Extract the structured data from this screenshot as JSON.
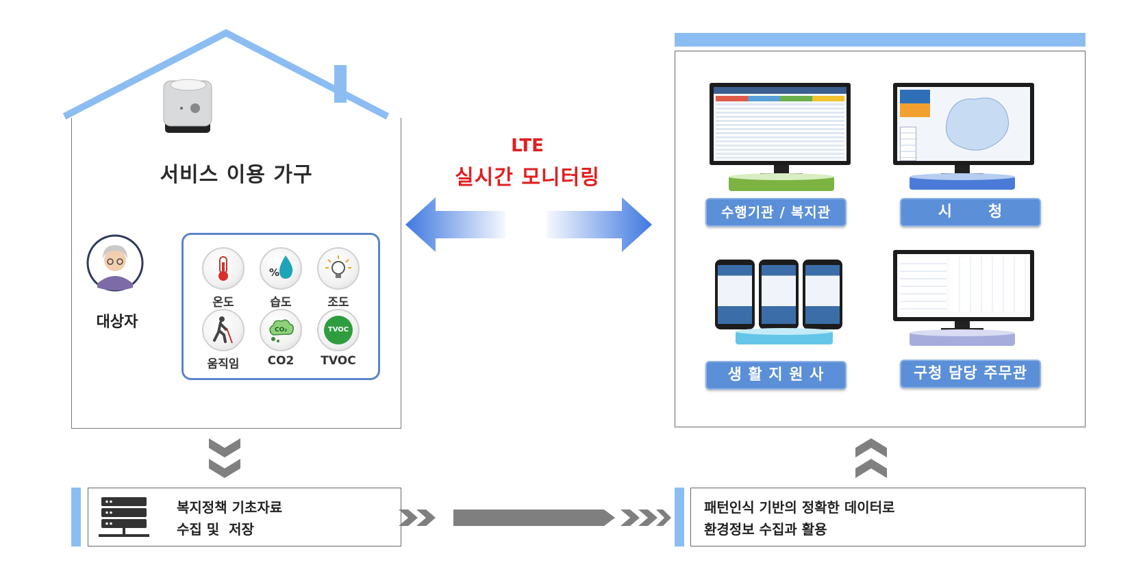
{
  "household": {
    "title": "서비스 이용 가구",
    "subject_label": "대상자"
  },
  "sensors": [
    {
      "label": "온도",
      "icon": "thermometer-icon"
    },
    {
      "label": "습도",
      "icon": "humidity-icon"
    },
    {
      "label": "조도",
      "icon": "lightbulb-icon"
    },
    {
      "label": "움직임",
      "icon": "walking-person-icon"
    },
    {
      "label": "CO2",
      "icon": "co2-cloud-icon"
    },
    {
      "label": "TVOC",
      "icon": "tvoc-badge-icon",
      "badge_text": "TVOC"
    }
  ],
  "link": {
    "line1": "LTE",
    "line2": "실시간 모니터링"
  },
  "monitors": [
    {
      "label": "수행기관 / 복지관"
    },
    {
      "label": "시      청"
    },
    {
      "label": "생 활 지 원 사"
    },
    {
      "label": "구청 담당 주무관"
    }
  ],
  "bottom_left": {
    "line1": "복지정책 기초자료",
    "line2": "수집 및  저장"
  },
  "bottom_right": {
    "line1": "패턴인식 기반의 정확한 데이터로",
    "line2": "환경정보 수집과 활용"
  },
  "colors": {
    "blue": "#5b8fd7",
    "light_blue": "#8cbdf2",
    "red": "#e02020",
    "green": "#7cb342",
    "gray": "#808080"
  }
}
